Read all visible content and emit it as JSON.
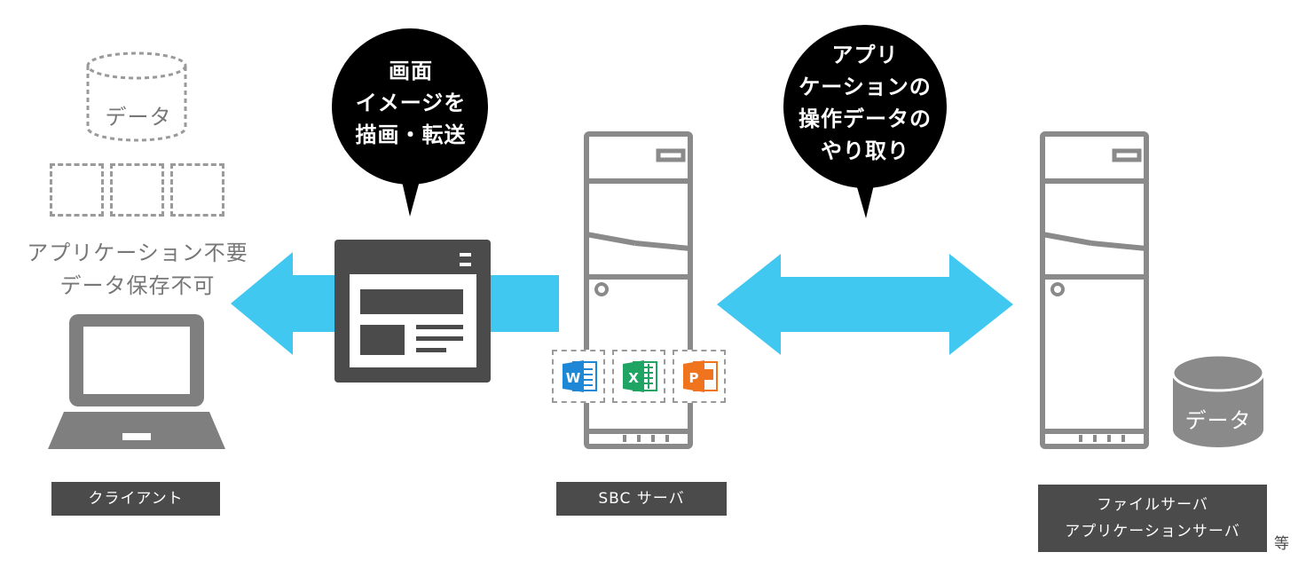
{
  "colors": {
    "arrow": "#41c8f0",
    "dark": "#4b4b4b",
    "server": "#8a8a8a",
    "word": "#1e88d6",
    "excel": "#1fa463",
    "powerpoint": "#f0731e"
  },
  "client": {
    "data_label": "データ",
    "note_line1": "アプリケーション不要",
    "note_line2": "データ保存不可",
    "label": "クライアント"
  },
  "bubble_left": {
    "line1": "画面",
    "line2": "イメージを",
    "line3": "描画・転送"
  },
  "bubble_right": {
    "line1": "アプリ",
    "line2": "ケーションの",
    "line3": "操作データの",
    "line4": "やり取り"
  },
  "sbc": {
    "label": "SBC サーバ",
    "apps": [
      "W",
      "X",
      "P"
    ]
  },
  "fileserver": {
    "data_label": "データ",
    "label_line1": "ファイルサーバ",
    "label_line2": "アプリケーションサーバ",
    "suffix": "等"
  },
  "icons": [
    "database-icon",
    "laptop-icon",
    "screen-window-icon",
    "server-icon",
    "word-icon",
    "excel-icon",
    "powerpoint-icon"
  ]
}
